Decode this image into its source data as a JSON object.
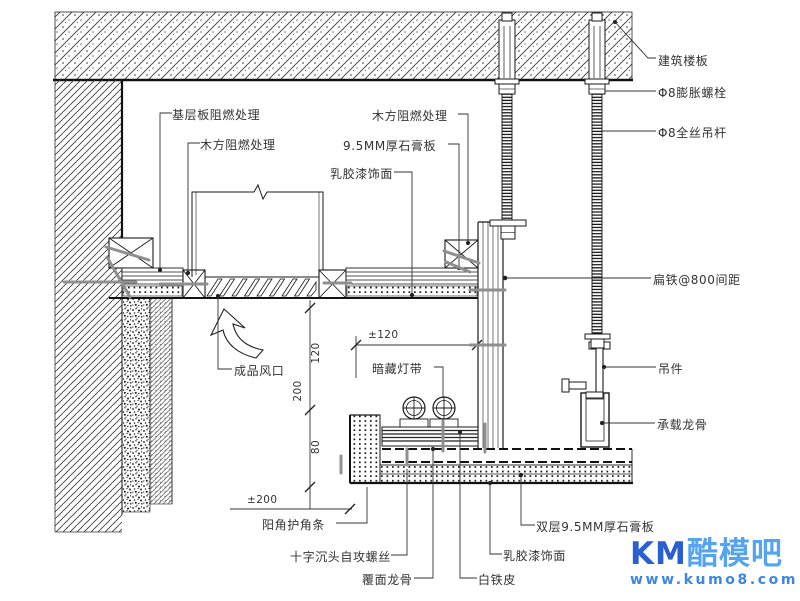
{
  "watermark": {
    "km": "KM",
    "rest": "酷模吧",
    "url": "www.kumo8.com",
    "km_color": "#2a5fd0",
    "brand_color": "#55a4ef",
    "url_color": "#3d86e2"
  },
  "dimensions": {
    "d120": "120",
    "d200": "200",
    "d80": "80",
    "pm120": "±120",
    "pm200": "±200"
  },
  "labels": {
    "base_board_fireproof": "基层板阻燃处理",
    "wood_fireproof_left": "木方阻燃处理",
    "wood_fireproof_mid": "木方阻燃处理",
    "gypsum_board": "9.5MM厚石膏板",
    "latex_paint_top": "乳胶漆饰面",
    "building_slab": "建筑楼板",
    "expansion_bolt": "Φ8膨胀螺栓",
    "hanger_rod": "Φ8全丝吊杆",
    "flat_iron": "扁铁@800间距",
    "hanger": "吊件",
    "load_keel": "承载龙骨",
    "air_vent": "成品风口",
    "hidden_light": "暗藏灯带",
    "corner_bead": "阳角护角条",
    "self_tapping_screw": "十字沉头自攻螺丝",
    "furring_keel": "覆面龙骨",
    "tin_sheet": "白铁皮",
    "latex_paint_bottom": "乳胶漆饰面",
    "double_gypsum": "双层9.5MM厚石膏板"
  }
}
